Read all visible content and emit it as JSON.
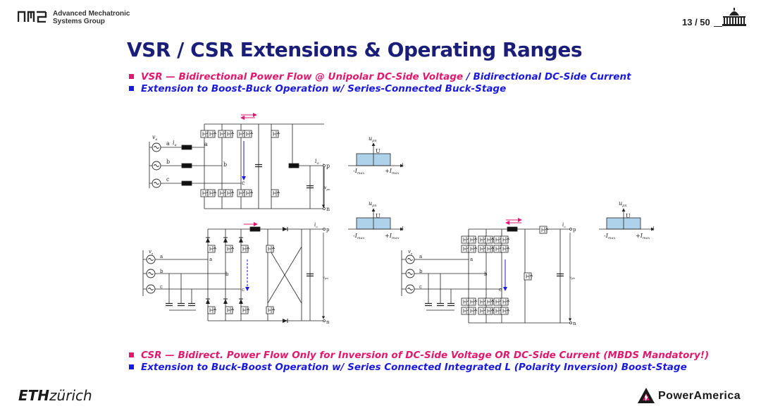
{
  "header": {
    "group_line1": "Advanced Mechatronic",
    "group_line2": "Systems Group",
    "page_number": "13 / 50"
  },
  "title": "VSR / CSR Extensions & Operating Ranges",
  "bullets_top": [
    {
      "pink": "VSR — Bidirectional Power Flow @ Unipolar DC-Side Voltage",
      "blue": " / Bidirectional DC-Side Current"
    },
    {
      "blue": "Extension to Boost-Buck Operation w/ Series-Connected Buck-Stage"
    }
  ],
  "bullets_bottom": [
    {
      "pink": "CSR — Bidirect. Power Flow Only for Inversion of DC-Side Voltage OR DC-Side Current (MBDS Mandatory!)"
    },
    {
      "blue": "Extension to Buck-Boost Operation w/ Series Connected Integrated L (Polarity Inversion) Boost-Stage"
    }
  ],
  "footer": {
    "eth_bold": "ETH",
    "eth_light": "zürich",
    "poweramerica": "PowerAmerica"
  },
  "colors": {
    "title": "#1a1e78",
    "pink": "#e0186e",
    "blue": "#1a1adc",
    "box_fill": "#aed2ea"
  },
  "diagram_labels": {
    "upn": "u",
    "upn_sub": "pn",
    "U": "U",
    "i": "i",
    "neg_imax": "-I",
    "pos_imax": "+I",
    "imax_sub": "max",
    "a": "a",
    "b": "b",
    "c": "c",
    "p": "p",
    "n": "n",
    "va": "v",
    "va_sub": "a",
    "ia": "i",
    "ia_sub": "a",
    "io": "i",
    "io_sub": "o",
    "vpn": "v",
    "vpn_sub": "pn"
  }
}
